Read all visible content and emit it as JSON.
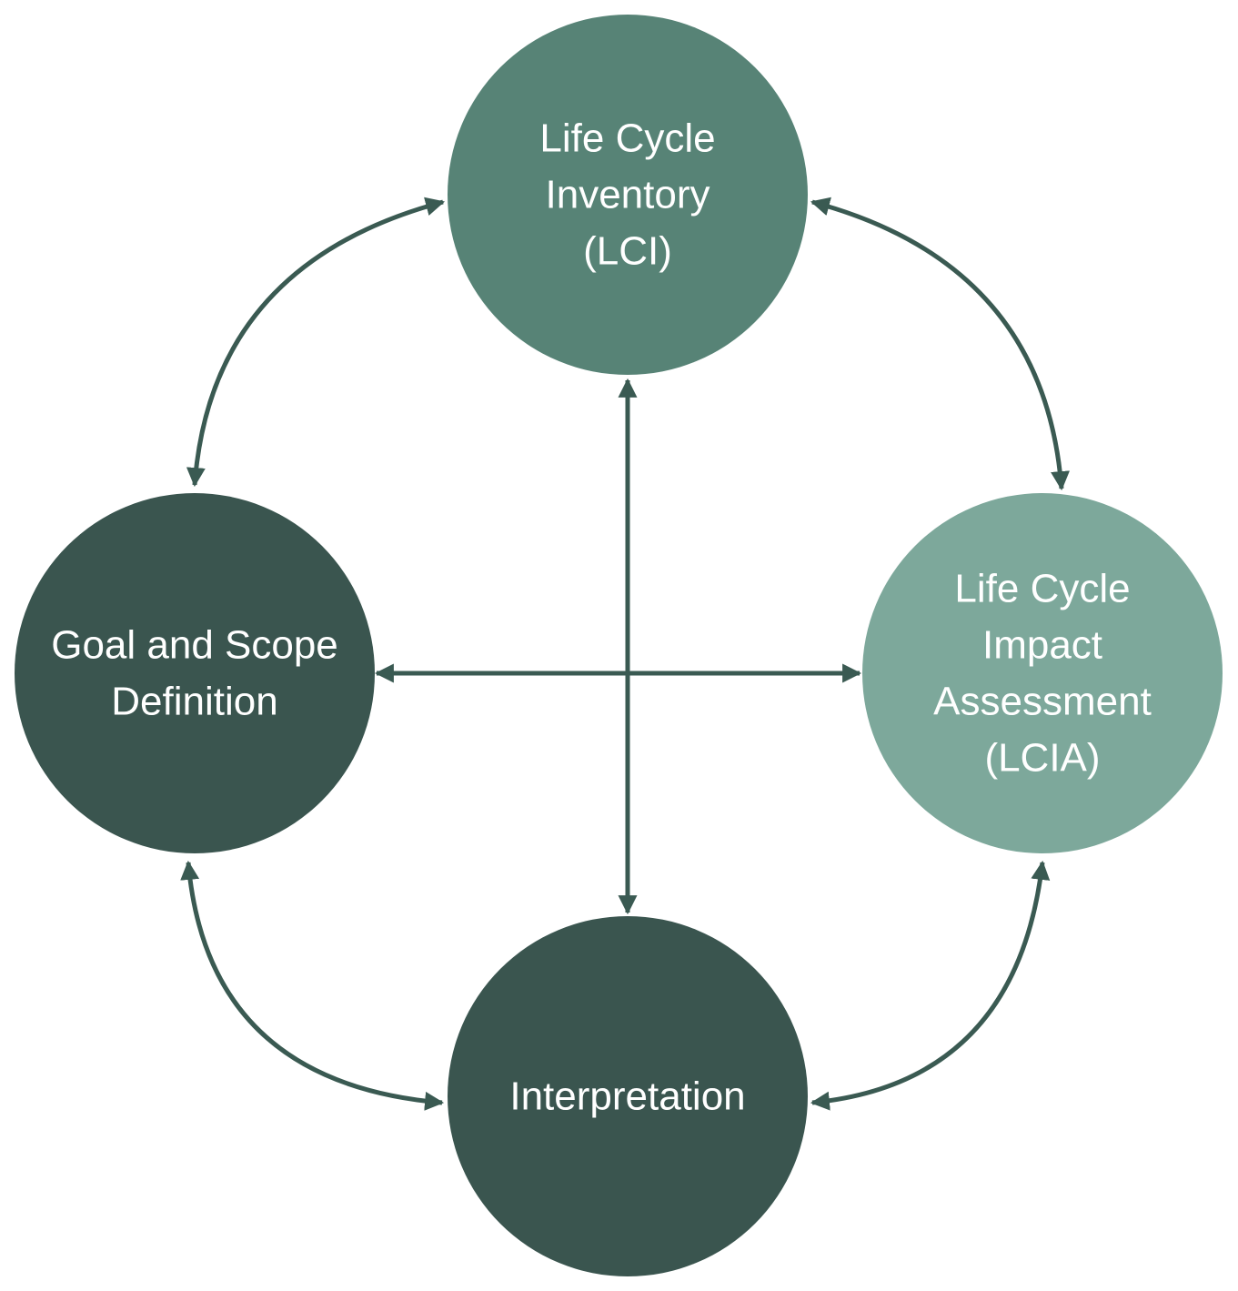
{
  "nodes": [
    {
      "id": "lci",
      "lines": [
        "Life Cycle",
        "Inventory",
        "(LCI)"
      ],
      "color": "#578376"
    },
    {
      "id": "goal",
      "lines": [
        "Goal and Scope",
        "Definition"
      ],
      "color": "#3A554F"
    },
    {
      "id": "lcia",
      "lines": [
        "Life Cycle",
        "Impact",
        "Assessment",
        "(LCIA)"
      ],
      "color": "#7DA89B"
    },
    {
      "id": "interp",
      "lines": [
        "Interpretation"
      ],
      "color": "#3A554F"
    }
  ],
  "arrow_color": "#3A5A52",
  "connections": [
    {
      "from": "lci",
      "to": "goal",
      "type": "bidirectional"
    },
    {
      "from": "lci",
      "to": "lcia",
      "type": "bidirectional"
    },
    {
      "from": "goal",
      "to": "interp",
      "type": "bidirectional"
    },
    {
      "from": "lcia",
      "to": "interp",
      "type": "bidirectional"
    },
    {
      "from": "goal",
      "to": "lcia",
      "type": "bidirectional"
    },
    {
      "from": "lci",
      "to": "interp",
      "type": "bidirectional"
    }
  ]
}
